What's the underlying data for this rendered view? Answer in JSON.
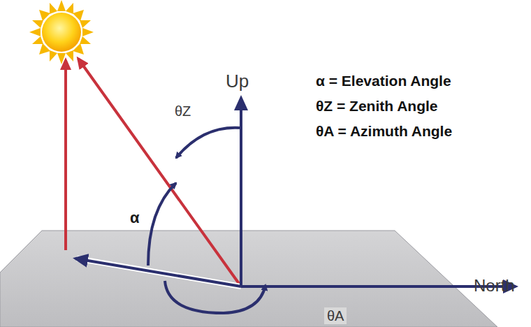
{
  "diagram": {
    "labels": [
      "Up",
      "North",
      "θZ",
      "α",
      "θA",
      "α = Elevation Angle",
      "θZ = Zenith Angle",
      "θA = Azimuth Angle"
    ]
  }
}
